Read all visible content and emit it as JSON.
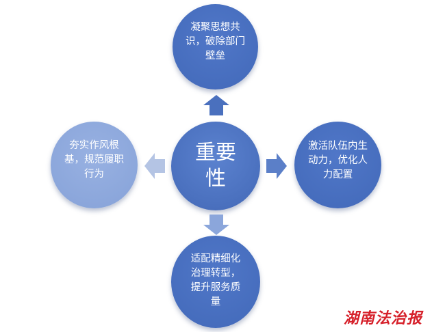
{
  "center": {
    "label": "重要性"
  },
  "nodes": {
    "top": "凝聚思想共识，破除部门壁垒",
    "right": "激活队伍内生动力，优化人力配置",
    "bottom": "适配精细化治理转型，提升服务质量",
    "left": "夯实作风根基，规范履职行为"
  },
  "watermark": "湖南法治报",
  "colors": {
    "primary": "#4a70be",
    "light": "#8ba6db",
    "arrow_light": "#b4c4e4",
    "watermark": "#d6202a"
  },
  "icons": [
    "arrow-up-icon",
    "arrow-right-icon",
    "arrow-down-icon",
    "arrow-left-icon"
  ]
}
